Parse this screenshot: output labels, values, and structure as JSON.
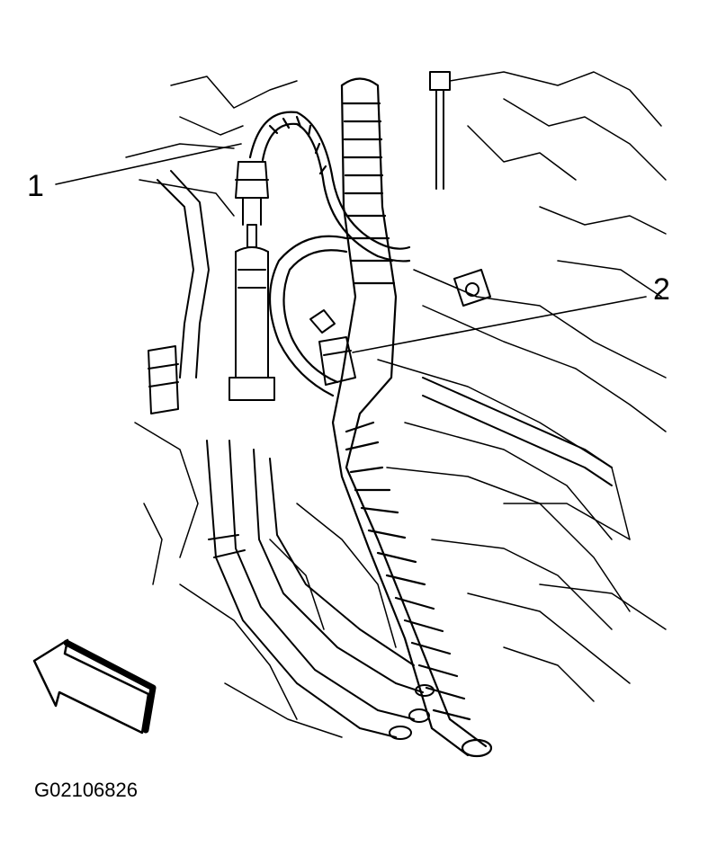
{
  "callouts": [
    {
      "number": "1"
    },
    {
      "number": "2"
    }
  ],
  "figure_id": "G02106826",
  "direction_arrow_icon": "forward-arrow-icon",
  "colors": {
    "ink": "#000000",
    "paper": "#ffffff"
  }
}
